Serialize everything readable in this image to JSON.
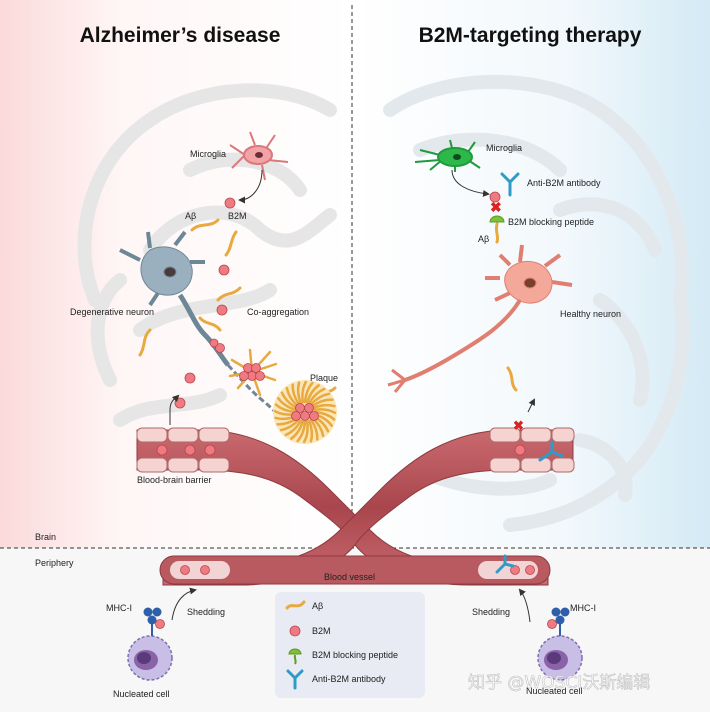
{
  "titles": {
    "left": "Alzheimer’s disease",
    "right": "B2M-targeting therapy"
  },
  "left_labels": {
    "microglia": "Microglia",
    "abeta": "Aβ",
    "b2m": "B2M",
    "degenerative_neuron": "Degenerative neuron",
    "co_aggregation": "Co-aggregation",
    "plaque": "Plaque",
    "bbb": "Blood-brain barrier"
  },
  "right_labels": {
    "microglia": "Microglia",
    "anti_b2m_antibody": "Anti-B2M antibody",
    "b2m_blocking_peptide": "B2M blocking peptide",
    "abeta": "Aβ",
    "healthy_neuron": "Healthy neuron"
  },
  "regions": {
    "brain": "Brain",
    "periphery": "Periphery",
    "blood_vessel": "Blood vessel"
  },
  "periphery_labels": {
    "mhc_left": "MHC-I",
    "shedding_left": "Shedding",
    "nucleated_left": "Nucleated cell",
    "mhc_right": "MHC-I",
    "shedding_right": "Shedding",
    "nucleated_right": "Nucleated cell"
  },
  "legend": [
    {
      "icon": "abeta-icon",
      "label": "Aβ"
    },
    {
      "icon": "b2m-icon",
      "label": "B2M"
    },
    {
      "icon": "blocking-peptide-icon",
      "label": "B2M blocking peptide"
    },
    {
      "icon": "antibody-icon",
      "label": "Anti-B2M antibody"
    }
  ],
  "watermark": "知乎 @WOSCI沃斯编辑",
  "colors": {
    "abeta": "#E8A940",
    "b2m": "#F07A82",
    "vessel": "#B5545A",
    "antibody": "#2E9BC9",
    "peptide": "#7FBF3A",
    "microglia_left": "#F2A3A6",
    "microglia_right": "#2EB84A",
    "neuron_degenerative": "#9BB0BE",
    "neuron_healthy": "#F3A89A"
  }
}
